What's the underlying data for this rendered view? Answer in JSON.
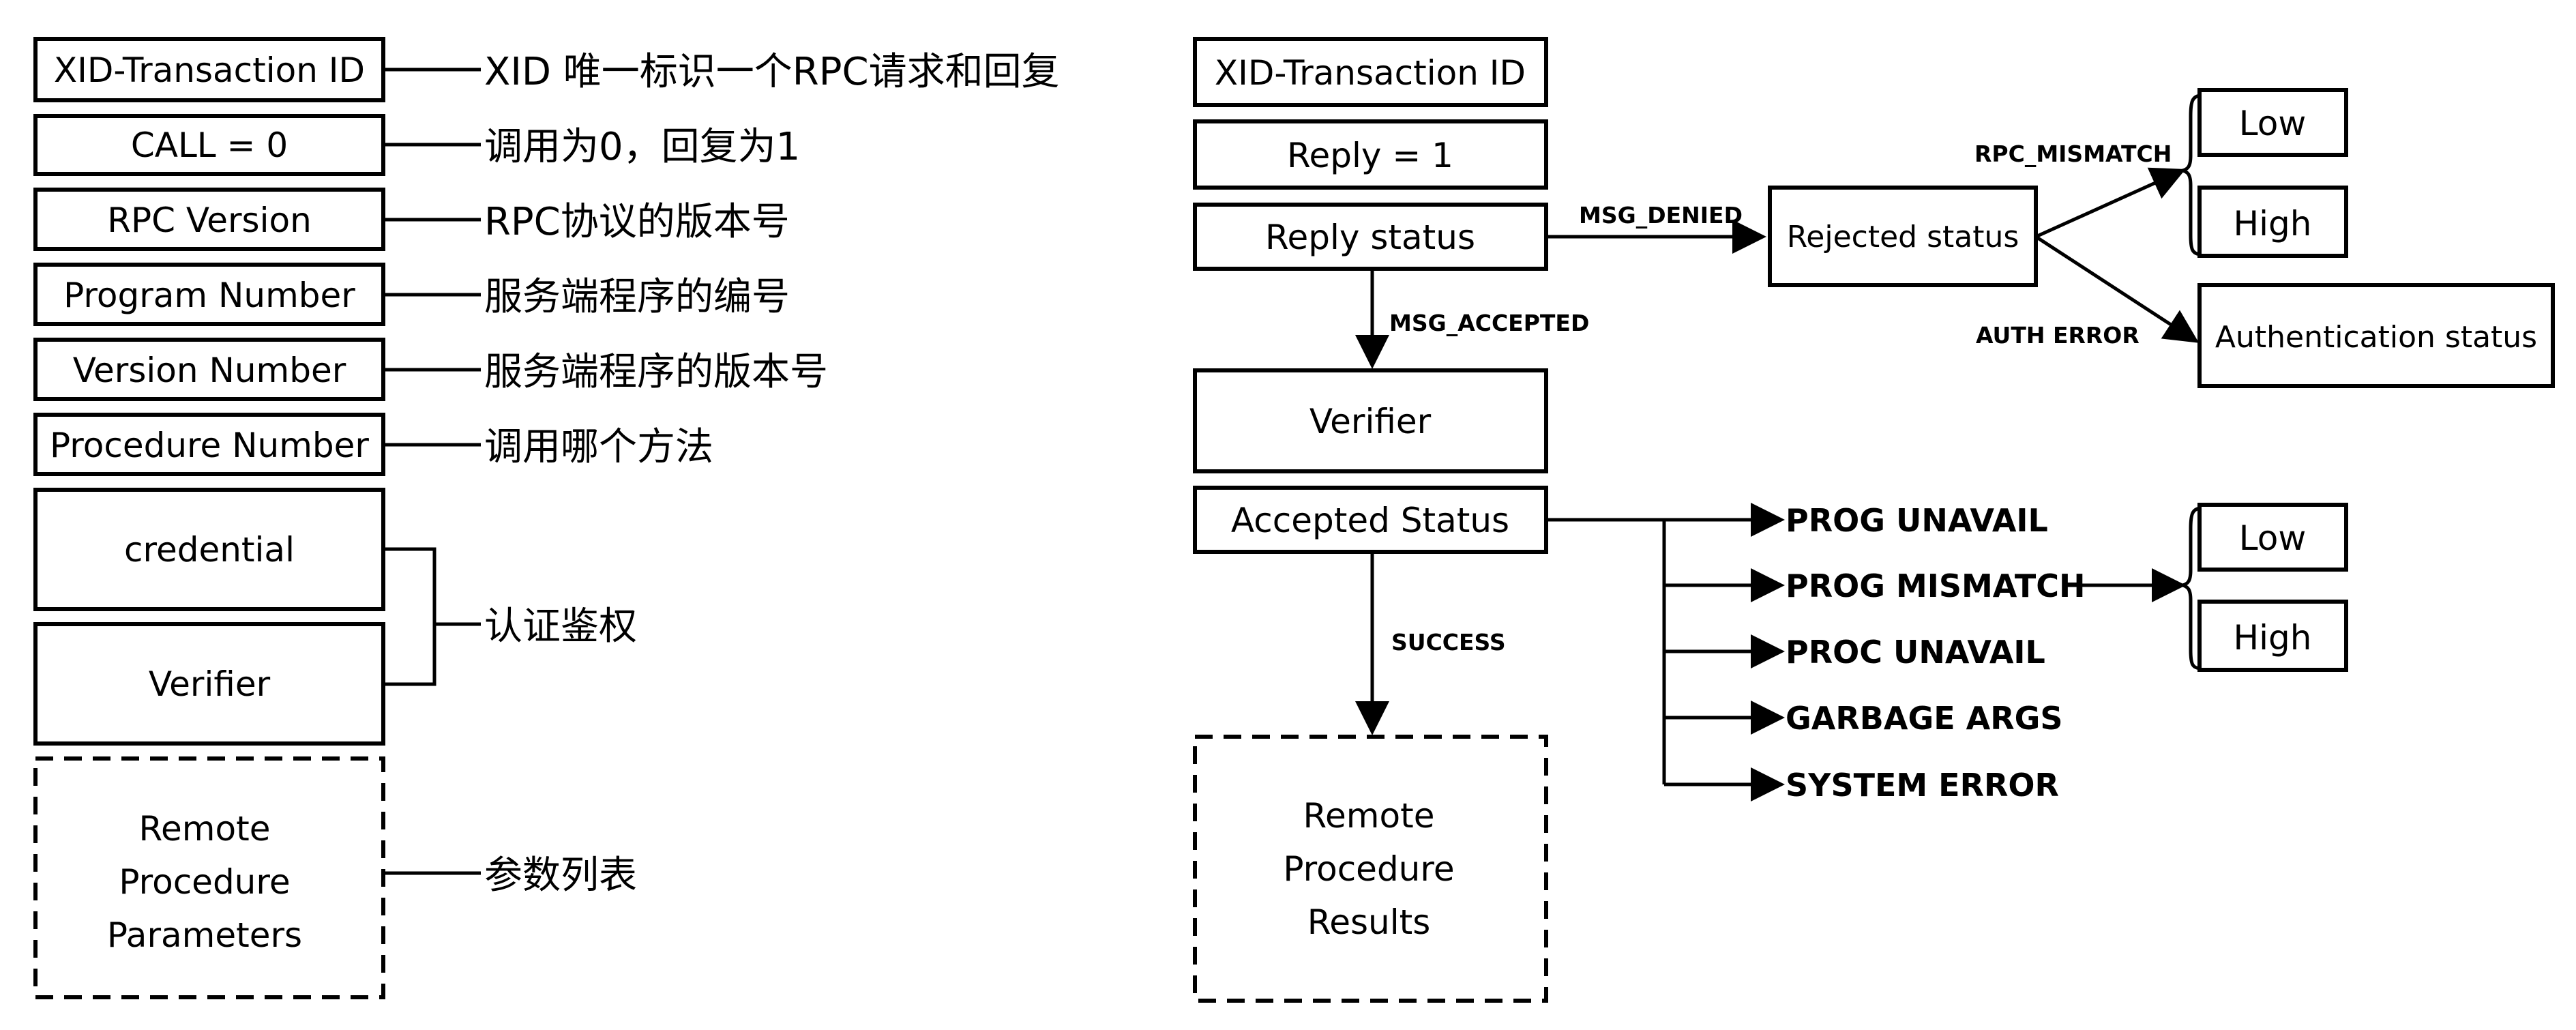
{
  "call": {
    "fields": [
      "XID-Transaction ID",
      "CALL = 0",
      "RPC Version",
      "Program Number",
      "Version Number",
      "Procedure Number",
      "credential",
      "Verifier"
    ],
    "params_lines": [
      "Remote",
      "Procedure",
      "Parameters"
    ],
    "notes": [
      "XID 唯一标识一个RPC请求和回复",
      "调用为0，回复为1",
      "RPC协议的版本号",
      "服务端程序的编号",
      "服务端程序的版本号",
      "调用哪个方法",
      "认证鉴权",
      "参数列表"
    ]
  },
  "reply": {
    "xid": "XID-Transaction ID",
    "reply_eq": "Reply = 1",
    "reply_status": "Reply status",
    "verifier": "Verifier",
    "accepted_status": "Accepted Status",
    "results_lines": [
      "Remote",
      "Procedure",
      "Results"
    ],
    "msg_denied": "MSG_DENIED",
    "msg_accepted": "MSG_ACCEPTED",
    "success": "SUCCESS",
    "rejected_status": "Rejected status",
    "rpc_mismatch": "RPC_MISMATCH",
    "auth_error": "AUTH ERROR",
    "authentication_status": "Authentication status",
    "low": "Low",
    "high": "High",
    "accepted_codes": [
      "PROG UNAVAIL",
      "PROG MISMATCH",
      "PROC UNAVAIL",
      "GARBAGE ARGS",
      "SYSTEM ERROR"
    ],
    "prog_mismatch_low": "Low",
    "prog_mismatch_high": "High"
  }
}
